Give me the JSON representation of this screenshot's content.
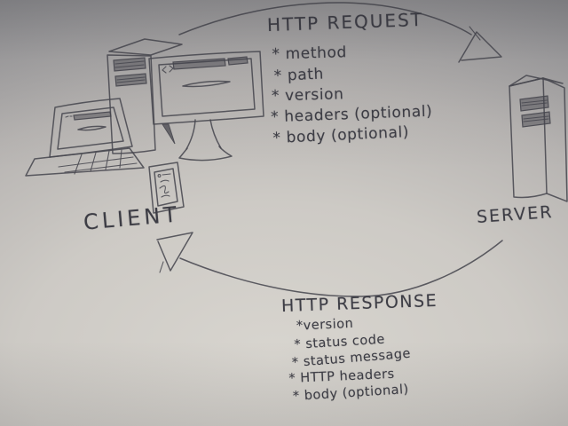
{
  "labels": {
    "client": "CLIENT",
    "server": "SERVER"
  },
  "request": {
    "title": "HTTP REQUEST",
    "items": [
      "* method",
      "* path",
      "* version",
      "* headers (optional)",
      "* body (optional)"
    ]
  },
  "response": {
    "title": "HTTP RESPONSE",
    "items": [
      "*version",
      "* status code",
      "* status message",
      "* HTTP headers",
      "* body (optional)"
    ]
  },
  "icons": {
    "client_devices": [
      "laptop-icon",
      "desktop-tower-icon",
      "monitor-icon",
      "smartphone-icon"
    ],
    "server_device": "server-tower-icon",
    "arrows": [
      "request-arrow-icon",
      "response-arrow-icon"
    ]
  },
  "colors": {
    "ink": "#494951",
    "paper_light": "#d8d5cf",
    "paper_dark": "#8b8b8e"
  }
}
